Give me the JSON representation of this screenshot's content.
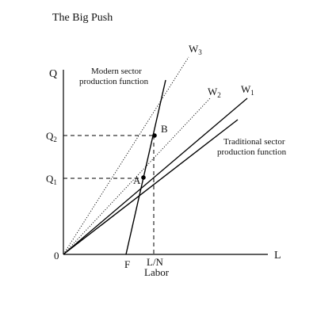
{
  "title": "The Big Push",
  "axes": {
    "y_label": "Q",
    "x_label": "L",
    "origin": "0"
  },
  "ticks": {
    "q2": {
      "base": "Q",
      "sub": "2"
    },
    "q1": {
      "base": "Q",
      "sub": "1"
    },
    "f": "F",
    "ln": "L/N",
    "labor": "Labor"
  },
  "lines": {
    "w3": {
      "base": "W",
      "sub": "3"
    },
    "w2": {
      "base": "W",
      "sub": "2"
    },
    "w1": {
      "base": "W",
      "sub": "1"
    }
  },
  "points": {
    "a": "A",
    "b": "B"
  },
  "annotations": {
    "modern_line1": "Modern sector",
    "modern_line2": "production function",
    "traditional_line1": "Traditional sector",
    "traditional_line2": "production function"
  }
}
